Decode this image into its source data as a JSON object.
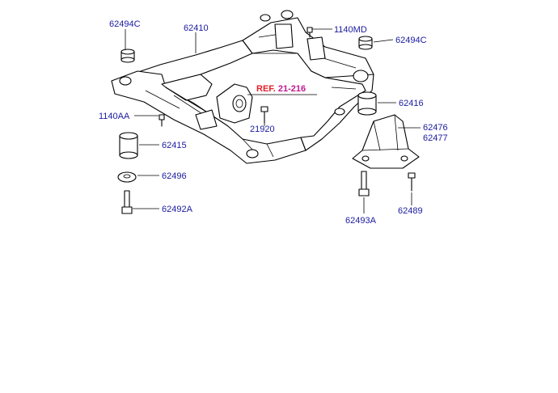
{
  "colors": {
    "label": "#1a1aa0",
    "ref": "#e0202a",
    "ref_suffix": "#c01890",
    "line": "#000000"
  },
  "labels": {
    "p62494C_left": "62494C",
    "p62410": "62410",
    "p1140MD": "1140MD",
    "p62494C_right": "62494C",
    "ref_prefix": "REF.",
    "ref_suffix": " 21-216",
    "p62416": "62416",
    "p1140AA": "1140AA",
    "p21920": "21920",
    "p62476": "62476",
    "p62477": "62477",
    "p62415": "62415",
    "p62496": "62496",
    "p62492A": "62492A",
    "p62493A": "62493A",
    "p62489": "62489"
  }
}
